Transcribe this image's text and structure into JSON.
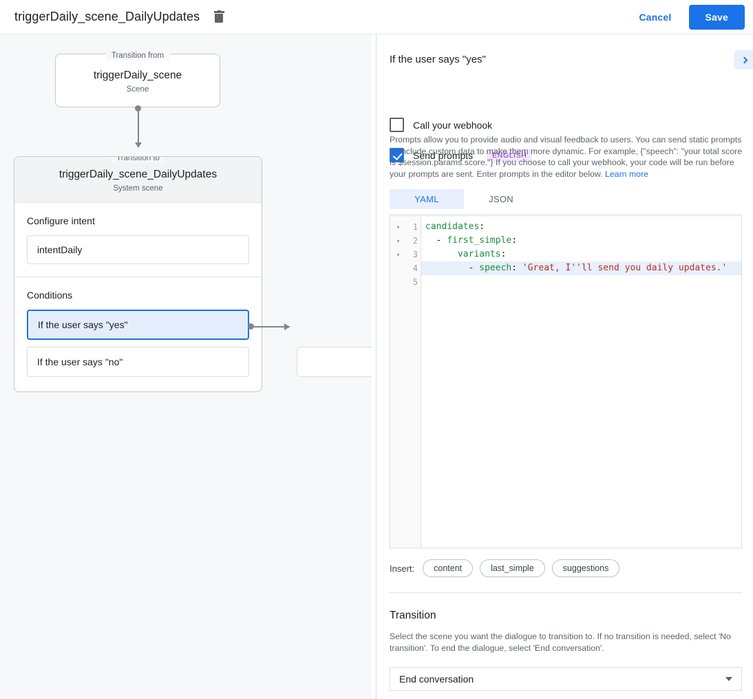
{
  "topbar": {
    "title": "triggerDaily_scene_DailyUpdates",
    "delete_icon": "trash-icon",
    "cancel_label": "Cancel",
    "save_label": "Save",
    "accent_color": "#1a73e8"
  },
  "graph": {
    "from_card": {
      "legend": "Transition from",
      "title": "triggerDaily_scene",
      "subtitle": "Scene"
    },
    "to_card": {
      "legend": "Transition to",
      "title": "triggerDaily_scene_DailyUpdates",
      "subtitle": "System scene"
    },
    "intent_section": {
      "label": "Configure intent",
      "value": "intentDaily"
    },
    "conditions_section": {
      "label": "Conditions",
      "items": [
        {
          "label": "If the user says \"yes\"",
          "selected": true
        },
        {
          "label": "If the user says \"no\"",
          "selected": false
        }
      ]
    },
    "target_card": {
      "label": ""
    }
  },
  "panel": {
    "title": "If the user says \"yes\"",
    "expand_icon": "chevron-right-icon",
    "webhook": {
      "label": "Call your webhook",
      "checked": false
    },
    "prompts": {
      "label": "Send prompts",
      "checked": true,
      "badge": "ENGLISH"
    },
    "description": "Prompts allow you to provide audio and visual feedback to users. You can send static prompts or include custom data to make them more dynamic. For example, {\"speech\": \"your total score is $session.params.score.\"} If you choose to call your webhook, your code will be run before your prompts are sent. Enter prompts in the editor below. ",
    "learn_more": "Learn more",
    "tabs": [
      {
        "label": "YAML",
        "active": true
      },
      {
        "label": "JSON",
        "active": false
      }
    ],
    "editor": {
      "lines": [
        {
          "num": "1",
          "fold": "▾",
          "active": false,
          "tokens": [
            {
              "t": "candidates",
              "c": "k"
            },
            {
              "t": ":",
              "c": "p"
            }
          ]
        },
        {
          "num": "2",
          "fold": "▾",
          "active": false,
          "tokens": [
            {
              "t": "  - ",
              "c": "p"
            },
            {
              "t": "first_simple",
              "c": "k"
            },
            {
              "t": ":",
              "c": "p"
            }
          ]
        },
        {
          "num": "3",
          "fold": "▾",
          "active": false,
          "tokens": [
            {
              "t": "      ",
              "c": "p"
            },
            {
              "t": "variants",
              "c": "k"
            },
            {
              "t": ":",
              "c": "p"
            }
          ]
        },
        {
          "num": "4",
          "fold": "",
          "active": true,
          "tokens": [
            {
              "t": "        - ",
              "c": "p"
            },
            {
              "t": "speech",
              "c": "k"
            },
            {
              "t": ": ",
              "c": "p"
            },
            {
              "t": "'Great, I''ll send you daily updates.'",
              "c": "s"
            }
          ]
        },
        {
          "num": "5",
          "fold": "",
          "active": false,
          "tokens": []
        }
      ]
    },
    "insert": {
      "label": "Insert:",
      "chips": [
        "content",
        "last_simple",
        "suggestions"
      ]
    },
    "transition": {
      "title": "Transition",
      "description": "Select the scene you want the dialogue to transition to. If no transition is needed, select 'No transition'. To end the dialogue, select 'End conversation'.",
      "selected": "End conversation",
      "caret_icon": "chevron-down-icon"
    }
  }
}
